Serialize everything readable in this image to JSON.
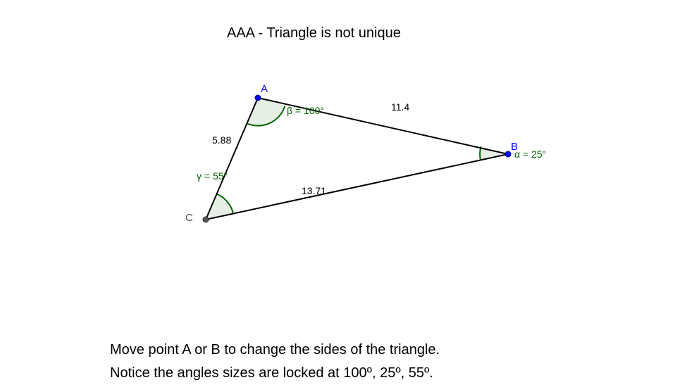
{
  "title": "AAA - Triangle is not unique",
  "points": {
    "A": {
      "label": "A",
      "color": "#0000ff"
    },
    "B": {
      "label": "B",
      "color": "#0000ff"
    },
    "C": {
      "label": "C",
      "color": "#555555"
    }
  },
  "sides": {
    "AB": "11.4",
    "AC": "5.88",
    "BC": "13.71"
  },
  "angles": {
    "at_A": "β = 100°",
    "at_B": "α = 25°",
    "at_C": "γ = 55°",
    "color": "#006400",
    "fill": "#e6eee6"
  },
  "instructions": {
    "line1": "Move point A or B to change the sides of the triangle.",
    "line2": "Notice the angles sizes are locked at 100º, 25º, 55º."
  }
}
